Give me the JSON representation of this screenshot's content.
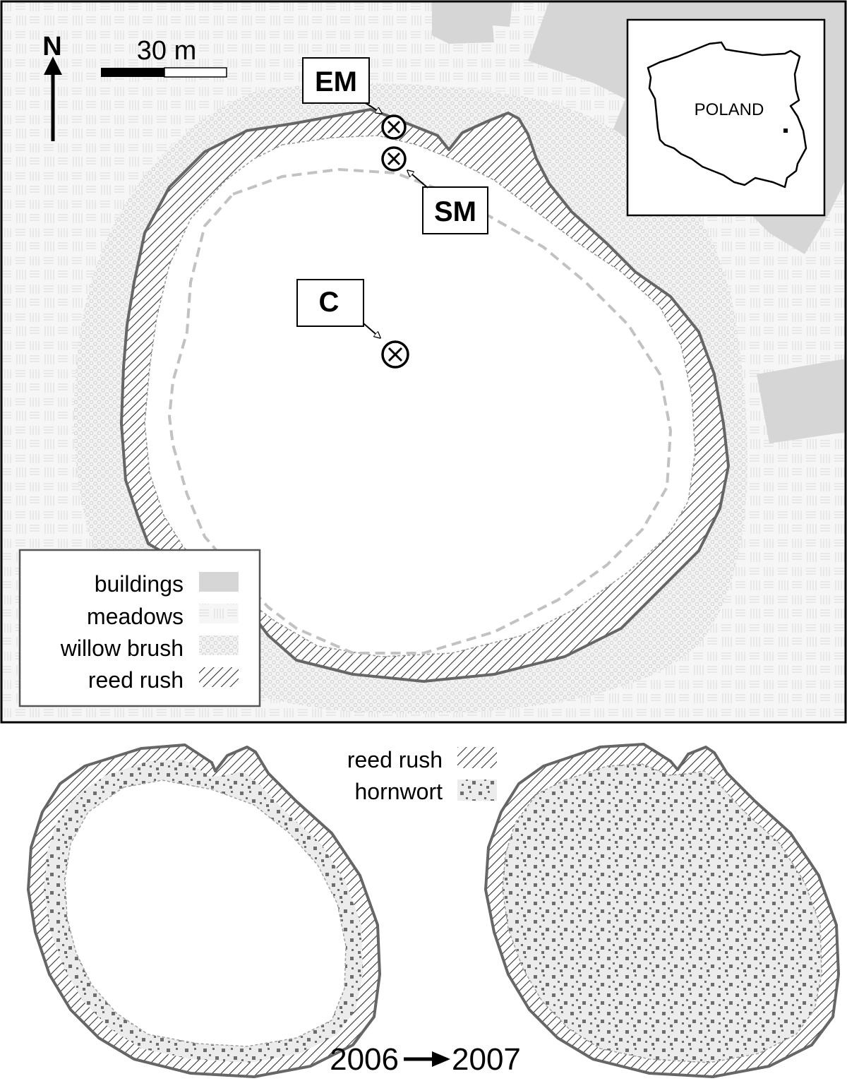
{
  "north_label": "N",
  "scale_label": "30 m",
  "inset_label": "POLAND",
  "sites": [
    {
      "id": "EM",
      "label": "EM"
    },
    {
      "id": "SM",
      "label": "SM"
    },
    {
      "id": "C",
      "label": "C"
    }
  ],
  "legend_main": [
    {
      "label": "buildings",
      "pattern": "buildings"
    },
    {
      "label": "meadows",
      "pattern": "meadows"
    },
    {
      "label": "willow brush",
      "pattern": "willow"
    },
    {
      "label": "reed rush",
      "pattern": "reed"
    }
  ],
  "legend_lower": [
    {
      "label": "reed rush",
      "pattern": "reed"
    },
    {
      "label": "hornwort",
      "pattern": "hornwort"
    }
  ],
  "years": {
    "from": "2006",
    "to": "2007"
  },
  "colors": {
    "building": "#d6d6d6",
    "outline": "#666666",
    "dashed": "#bdbdbd",
    "frame": "#000000",
    "hornwort_bg": "#ebebeb",
    "hornwort_dot": "#707070"
  }
}
